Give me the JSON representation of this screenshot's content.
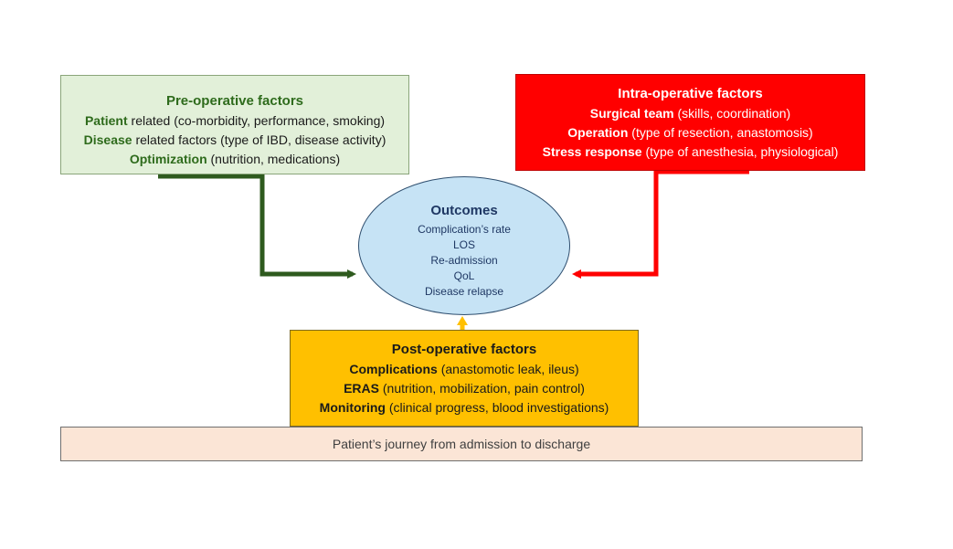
{
  "colors": {
    "pre_fill": "#e2f0d9",
    "pre_text": "#2e6b1c",
    "intra_fill": "#ff0000",
    "post_fill": "#ffc000",
    "outcomes_fill": "#c6e3f5",
    "outcomes_text": "#1f3864",
    "journey_fill": "#fbe5d6",
    "arrow_green": "#2e5a1e",
    "arrow_red": "#ff0000",
    "arrow_yellow": "#ffc000"
  },
  "pre_operative": {
    "title": "Pre-operative factors",
    "lines": [
      {
        "bold": "Patient",
        "rest": " related (co-morbidity, performance, smoking)"
      },
      {
        "bold": "Disease",
        "rest": " related factors (type of IBD, disease activity)"
      },
      {
        "bold": "Optimization",
        "rest": " (nutrition, medications)"
      }
    ]
  },
  "intra_operative": {
    "title": "Intra-operative factors",
    "lines": [
      {
        "bold": "Surgical team",
        "rest": " (skills, coordination)"
      },
      {
        "bold": "Operation",
        "rest": " (type of resection, anastomosis)"
      },
      {
        "bold": "Stress response",
        "rest": " (type of anesthesia, physiological)"
      }
    ]
  },
  "outcomes": {
    "title": "Outcomes",
    "items": [
      "Complication’s rate",
      "LOS",
      "Re-admission",
      "QoL",
      "Disease relapse"
    ]
  },
  "post_operative": {
    "title": "Post-operative factors",
    "lines": [
      {
        "bold": "Complications",
        "rest": " (anastomotic leak, ileus)"
      },
      {
        "bold": "ERAS",
        "rest": " (nutrition, mobilization, pain control)"
      },
      {
        "bold": "Monitoring",
        "rest": " (clinical progress, blood investigations)"
      }
    ]
  },
  "journey": {
    "label": "Patient’s journey from admission to discharge"
  }
}
